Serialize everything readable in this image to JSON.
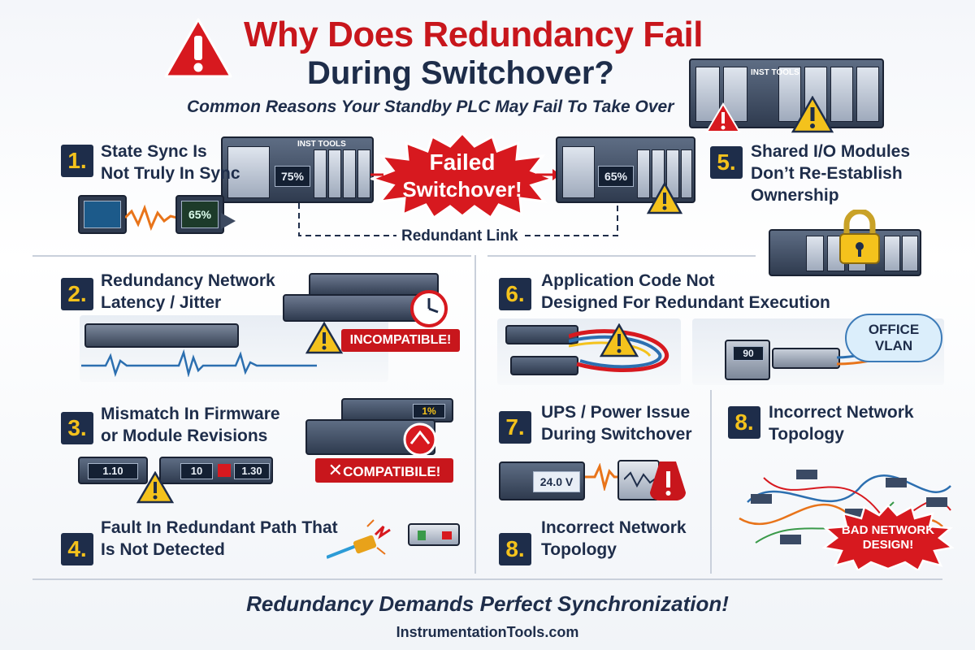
{
  "header": {
    "title_line1": "Why Does Redundancy Fail",
    "title_line2": "During Switchover?",
    "subtitle": "Common Reasons Your Standby PLC May Fail To Take Over"
  },
  "center": {
    "burst_line1": "Failed",
    "burst_line2": "Switchover!",
    "link_label": "Redundant Link",
    "plc_left_brand": "INST TOOLS",
    "plc_left_value": "75%",
    "plc_right_value": "65%"
  },
  "items": [
    {
      "num": "1.",
      "line1": "State Sync Is",
      "line2": "Not Truly In Sync"
    },
    {
      "num": "2.",
      "line1": "Redundancy Network",
      "line2": "Latency / Jitter"
    },
    {
      "num": "3.",
      "line1": "Mismatch In Firmware",
      "line2": "or Module Revisions"
    },
    {
      "num": "4.",
      "line1": "Fault In Redundant Path That",
      "line2": "Is Not Detected"
    },
    {
      "num": "5.",
      "line1": "Shared I/O Modules",
      "line2": "Don’t Re-Establish",
      "line3": "Ownership"
    },
    {
      "num": "6.",
      "line1": "Application Code Not",
      "line2": "Designed For Redundant Execution"
    },
    {
      "num": "7.",
      "line1": "UPS / Power Issue",
      "line2": "During Switchover"
    },
    {
      "num": "8.",
      "line1": "Incorrect Network",
      "line2": "Topology"
    },
    {
      "num": "8.",
      "line1": "Incorrect Network",
      "line2": "Topology"
    }
  ],
  "labels": {
    "sync_monitor": "65%",
    "incompatible": "INCOMPATIBLE!",
    "compatible": "COMPATIBILE!",
    "fw_a": "1.10",
    "fw_b": "10",
    "fw_c": "1.30",
    "fw_top": "1%",
    "office_vlan_1": "OFFICE",
    "office_vlan_2": "VLAN",
    "device_readout": "90",
    "ups_voltage": "24.0 V",
    "bad_design_1": "BAD NETWORK",
    "bad_design_2": "DESIGN!",
    "io_brand": "INST TOOLS"
  },
  "footer": {
    "tagline": "Redundancy Demands Perfect Synchronization!",
    "site": "InstrumentationTools.com"
  },
  "colors": {
    "accent_red": "#c8161c",
    "navy": "#1e2d4a",
    "yellow": "#f4c21c"
  },
  "icons": [
    "warning-icon",
    "padlock-icon",
    "cloud-icon",
    "clock-icon",
    "plc-rack-icon"
  ]
}
